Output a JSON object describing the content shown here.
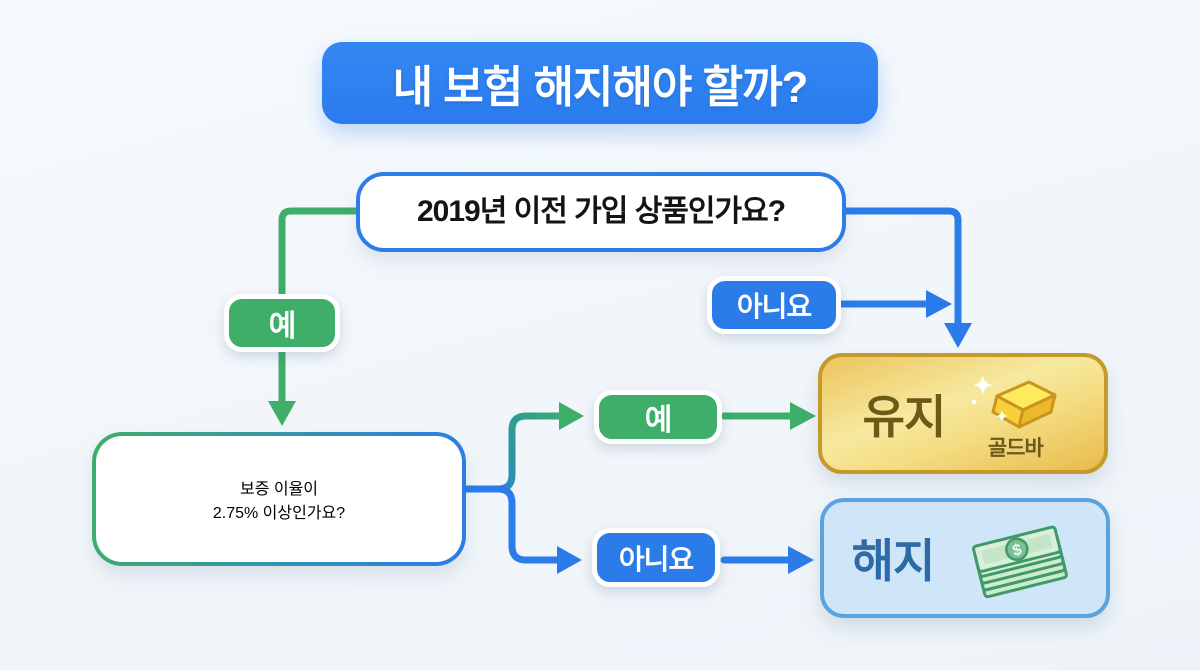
{
  "title": {
    "text": "내 보험 해지해야 할까?"
  },
  "colors": {
    "background": "#f1f6fa",
    "banner_blue": "#2e80f0",
    "line_blue": "#2b7ce9",
    "line_green": "#3fae68",
    "question_border_blue": "#2d7ce8",
    "keep_box_border": "#c5992c",
    "keep_text": "#6d5a14",
    "cancel_box_bg": "#cfe6f9",
    "cancel_box_border": "#5ba2de",
    "cancel_text": "#2e6ba6"
  },
  "flow": {
    "question1": {
      "text": "2019년 이전 가입 상품인가요?"
    },
    "question1_branches": {
      "yes": "예",
      "no": "아니요"
    },
    "question2": {
      "line1": "보증 이율이",
      "line2": "2.75% 이상인가요?"
    },
    "question2_branches": {
      "yes": "예",
      "no": "아니요"
    },
    "outcome_keep": {
      "label": "유지",
      "icon": "gold-bar-icon",
      "icon_caption": "골드바"
    },
    "outcome_cancel": {
      "label": "해지",
      "icon": "money-stack-icon"
    }
  }
}
